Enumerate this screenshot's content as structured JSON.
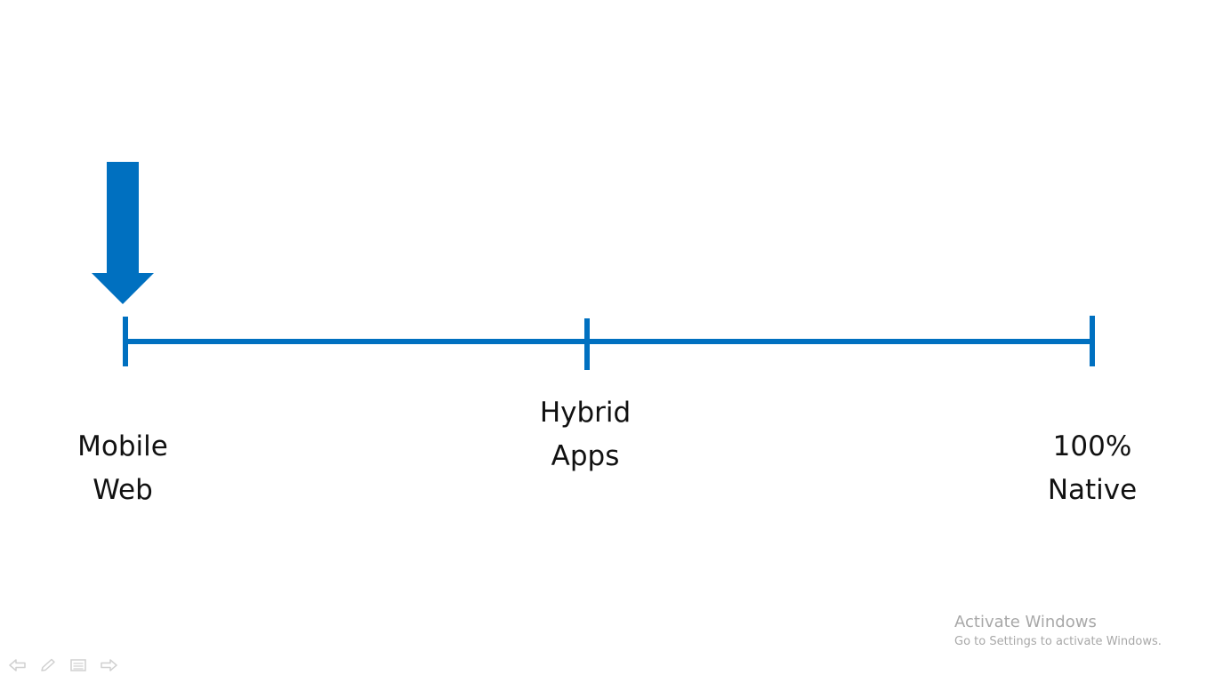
{
  "diagram": {
    "accent_color": "#0070c0",
    "text_color": "#111111",
    "pointer": {
      "icon": "arrow-down-icon",
      "points_to_stop": 0
    },
    "stops": [
      {
        "line1": "Mobile",
        "line2": "Web"
      },
      {
        "line1": "Hybrid",
        "line2": "Apps"
      },
      {
        "line1": "100%",
        "line2": "Native"
      }
    ]
  },
  "watermark": {
    "title": "Activate Windows",
    "subtitle": "Go to Settings to activate Windows."
  },
  "slide_controls": {
    "color": "#d0d0d0",
    "icons": [
      "previous-slide-icon",
      "pen-icon",
      "slide-menu-icon",
      "next-slide-icon"
    ]
  }
}
